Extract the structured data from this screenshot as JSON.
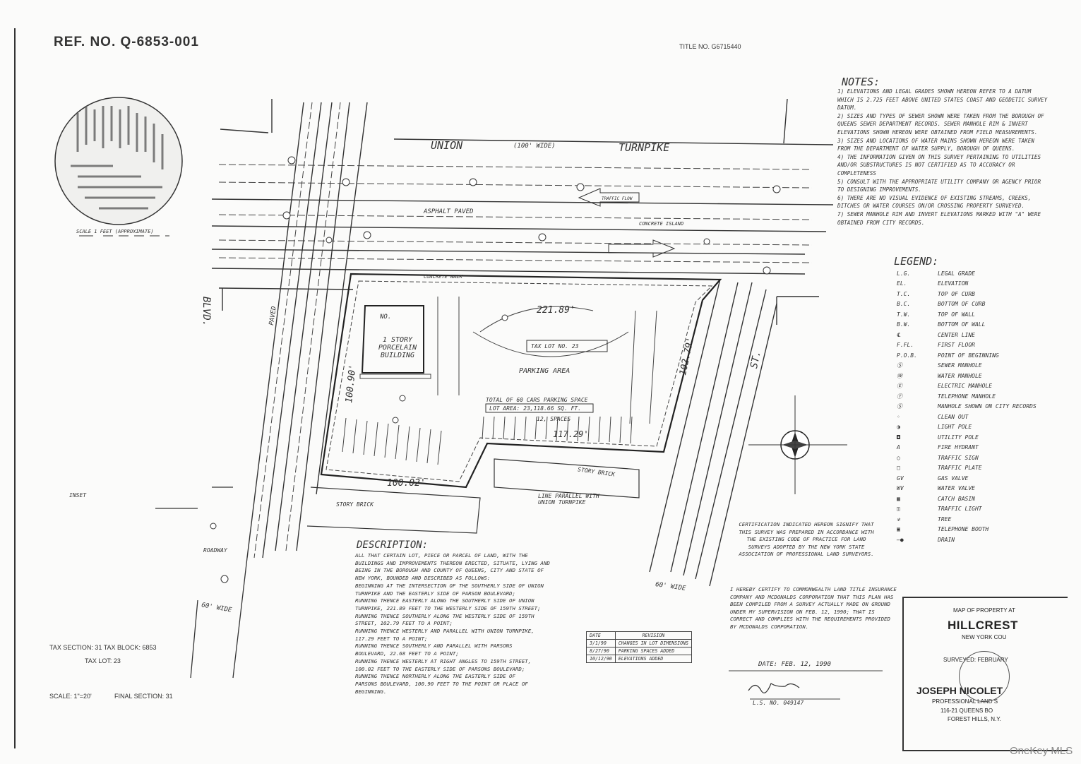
{
  "header": {
    "ref_no": "REF. NO. Q-6853-001",
    "title_no": "TITLE NO. G6715440"
  },
  "street_labels": {
    "union": "UNION",
    "width": "(100' WIDE)",
    "turnpike": "TURNPIKE",
    "blvd": "BLVD.",
    "paved": "PAVED",
    "st": "ST.",
    "sixty_wide": "60' WIDE",
    "sixty_wide_2": "60' WIDE",
    "roadway": "ROADWAY",
    "inset": "INSET"
  },
  "site": {
    "building_no": "NO.",
    "building_name": "1 STORY PORCELAIN BUILDING",
    "tax_lot": "TAX LOT NO. 23",
    "parking_area": "PARKING AREA",
    "total_parking": "TOTAL OF 60 CARS PARKING SPACE",
    "lot_area": "LOT AREA: 23,118.66 SQ. FT.",
    "spaces": "12, SPACES",
    "dim_north": "221.89'",
    "dim_east": "102.79'",
    "dim_west": "100.90'",
    "dim_inner": "117.29'",
    "dim_south": "100.02'",
    "brick1": "STORY BRICK",
    "brick2": "STORY BRICK",
    "line_parallel": "LINE PARALLEL WITH UNION TURNPIKE",
    "concrete_walk": "CONCRETE WALK",
    "concrete_island": "CONCRETE ISLAND",
    "asphalt_paved": "ASPHALT PAVED",
    "traffic_flow": "TRAFFIC FLOW",
    "scale_text": "SCALE 1 FEET (APPROXIMATE)"
  },
  "notes": {
    "heading": "NOTES:",
    "items": [
      "1) ELEVATIONS AND LEGAL GRADES SHOWN HEREON REFER TO A DATUM WHICH IS 2.725 FEET ABOVE UNITED STATES COAST AND GEODETIC SURVEY DATUM.",
      "2) SIZES AND TYPES OF SEWER SHOWN WERE TAKEN FROM THE BOROUGH OF QUEENS SEWER DEPARTMENT RECORDS. SEWER MANHOLE RIM & INVERT ELEVATIONS SHOWN HEREON WERE OBTAINED FROM FIELD MEASUREMENTS.",
      "3) SIZES AND LOCATIONS OF WATER MAINS SHOWN HEREON WERE TAKEN FROM THE DEPARTMENT OF WATER SUPPLY, BOROUGH OF QUEENS.",
      "4) THE INFORMATION GIVEN ON THIS SURVEY PERTAINING TO UTILITIES AND/OR SUBSTRUCTURES IS NOT CERTIFIED AS TO ACCURACY OR COMPLETENESS",
      "5) CONSULT WITH THE APPROPRIATE UTILITY COMPANY OR AGENCY PRIOR TO DESIGNING IMPROVEMENTS.",
      "6) THERE ARE NO VISUAL EVIDENCE OF EXISTING STREAMS, CREEKS, DITCHES OR WATER COURSES ON/OR CROSSING PROPERTY SURVEYED.",
      "7) SEWER MANHOLE RIM AND INVERT ELEVATIONS MARKED WITH \"A\" WERE OBTAINED FROM CITY RECORDS."
    ]
  },
  "legend": {
    "heading": "LEGEND:",
    "items": [
      {
        "abbr": "L.G.",
        "def": "LEGAL GRADE"
      },
      {
        "abbr": "EL.",
        "def": "ELEVATION"
      },
      {
        "abbr": "T.C.",
        "def": "TOP OF CURB"
      },
      {
        "abbr": "B.C.",
        "def": "BOTTOM OF CURB"
      },
      {
        "abbr": "T.W.",
        "def": "TOP OF WALL"
      },
      {
        "abbr": "B.W.",
        "def": "BOTTOM OF WALL"
      },
      {
        "abbr": "℄",
        "def": "CENTER LINE"
      },
      {
        "abbr": "F.FL.",
        "def": "FIRST FLOOR"
      },
      {
        "abbr": "P.O.B.",
        "def": "POINT OF BEGINNING"
      },
      {
        "abbr": "Ⓢ",
        "def": "SEWER MANHOLE"
      },
      {
        "abbr": "Ⓦ",
        "def": "WATER MANHOLE"
      },
      {
        "abbr": "Ⓔ",
        "def": "ELECTRIC MANHOLE"
      },
      {
        "abbr": "Ⓣ",
        "def": "TELEPHONE MANHOLE"
      },
      {
        "abbr": "Ⓢ",
        "def": "MANHOLE SHOWN ON CITY RECORDS"
      },
      {
        "abbr": "◦",
        "def": "CLEAN OUT"
      },
      {
        "abbr": "◑",
        "def": "LIGHT POLE"
      },
      {
        "abbr": "◘",
        "def": "UTILITY POLE"
      },
      {
        "abbr": "A",
        "def": "FIRE HYDRANT"
      },
      {
        "abbr": "○",
        "def": "TRAFFIC SIGN"
      },
      {
        "abbr": "□",
        "def": "TRAFFIC PLATE"
      },
      {
        "abbr": "GV",
        "def": "GAS VALVE"
      },
      {
        "abbr": "WV",
        "def": "WATER VALVE"
      },
      {
        "abbr": "▦",
        "def": "CATCH BASIN"
      },
      {
        "abbr": "◫",
        "def": "TRAFFIC LIGHT"
      },
      {
        "abbr": "✲",
        "def": "TREE"
      },
      {
        "abbr": "▣",
        "def": "TELEPHONE BOOTH"
      },
      {
        "abbr": "—●",
        "def": "DRAIN"
      }
    ]
  },
  "description": {
    "heading": "DESCRIPTION:",
    "lines": [
      "ALL THAT CERTAIN LOT, PIECE OR PARCEL OF LAND, WITH THE",
      "BUILDINGS AND IMPROVEMENTS THEREON ERECTED, SITUATE, LYING AND",
      "BEING IN THE BOROUGH AND COUNTY OF QUEENS, CITY AND STATE OF",
      "NEW YORK, BOUNDED AND DESCRIBED AS FOLLOWS:",
      "BEGINNING AT THE INTERSECTION OF THE SOUTHERLY SIDE OF UNION",
      "TURNPIKE AND THE EASTERLY SIDE OF PARSON BOULEVARD;",
      "RUNNING THENCE EASTERLY ALONG THE SOUTHERLY SIDE OF UNION",
      "TURNPIKE, 221.89 FEET TO THE WESTERLY SIDE OF 159TH STREET;",
      "RUNNING THENCE SOUTHERLY ALONG THE WESTERLY SIDE OF 159TH",
      "STREET, 102.79 FEET TO A POINT;",
      "RUNNING THENCE WESTERLY AND PARALLEL WITH UNION TURNPIKE,",
      "117.29 FEET TO A POINT;",
      "RUNNING THENCE SOUTHERLY AND PARALLEL WITH PARSONS",
      "BOULEVARD, 22.68 FEET TO A POINT;",
      "RUNNING THENCE WESTERLY AT RIGHT ANGLES TO 159TH STREET,",
      "100.02 FEET TO THE EASTERLY SIDE OF PARSONS BOULEVARD;",
      "RUNNING THENCE NORTHERLY ALONG THE EASTERLY SIDE OF",
      "PARSONS BOULEVARD, 100.90 FEET TO THE POINT OR PLACE OF",
      "BEGINNING."
    ]
  },
  "certification": {
    "general": "CERTIFICATION INDICATED HEREON SIGNIFY THAT THIS SURVEY WAS PREPARED IN ACCORDANCE WITH THE EXISTING CODE OF PRACTICE FOR LAND SURVEYS ADOPTED BY THE NEW YORK STATE ASSOCIATION OF PROFESSIONAL LAND SURVEYORS.",
    "specific": "I HEREBY CERTIFY TO COMMONWEALTH LAND TITLE INSURANCE COMPANY AND MCDONALDS CORPORATION THAT THIS PLAN HAS BEEN COMPILED FROM A SURVEY ACTUALLY MADE ON GROUND UNDER MY SUPERVISION ON FEB. 12, 1990; THAT IS CORRECT AND COMPLIES WITH THE REQUIREMENTS PROVIDED BY MCDONALDS CORPORATION.",
    "date": "DATE: FEB. 12, 1990",
    "ls_no": "L.S. NO. 049147"
  },
  "revisions": {
    "header": [
      "DATE",
      "REVISION"
    ],
    "rows": [
      [
        "3/1/90",
        "CHANGES IN LOT DIMENSIONS"
      ],
      [
        "8/27/90",
        "PARKING SPACES ADDED"
      ],
      [
        "10/12/90",
        "ELEVATIONS ADDED"
      ]
    ]
  },
  "title_block": {
    "map_of": "MAP OF PROPERTY AT",
    "place": "HILLCREST",
    "county": "NEW YORK COU",
    "surveyed": "SURVEYED: FEBRUARY",
    "surveyor": "JOSEPH NICOLET",
    "profession": "PROFESSIONAL LAND S",
    "address": "116-21 QUEENS BO",
    "forest": "FOREST HILLS, N.Y."
  },
  "tax_info": {
    "section_block": "TAX SECTION: 31  TAX BLOCK: 6853",
    "lot": "TAX LOT: 23",
    "scale": "SCALE: 1\"=20'",
    "final_section": "FINAL SECTION: 31"
  },
  "watermark": "OneKey MLS"
}
